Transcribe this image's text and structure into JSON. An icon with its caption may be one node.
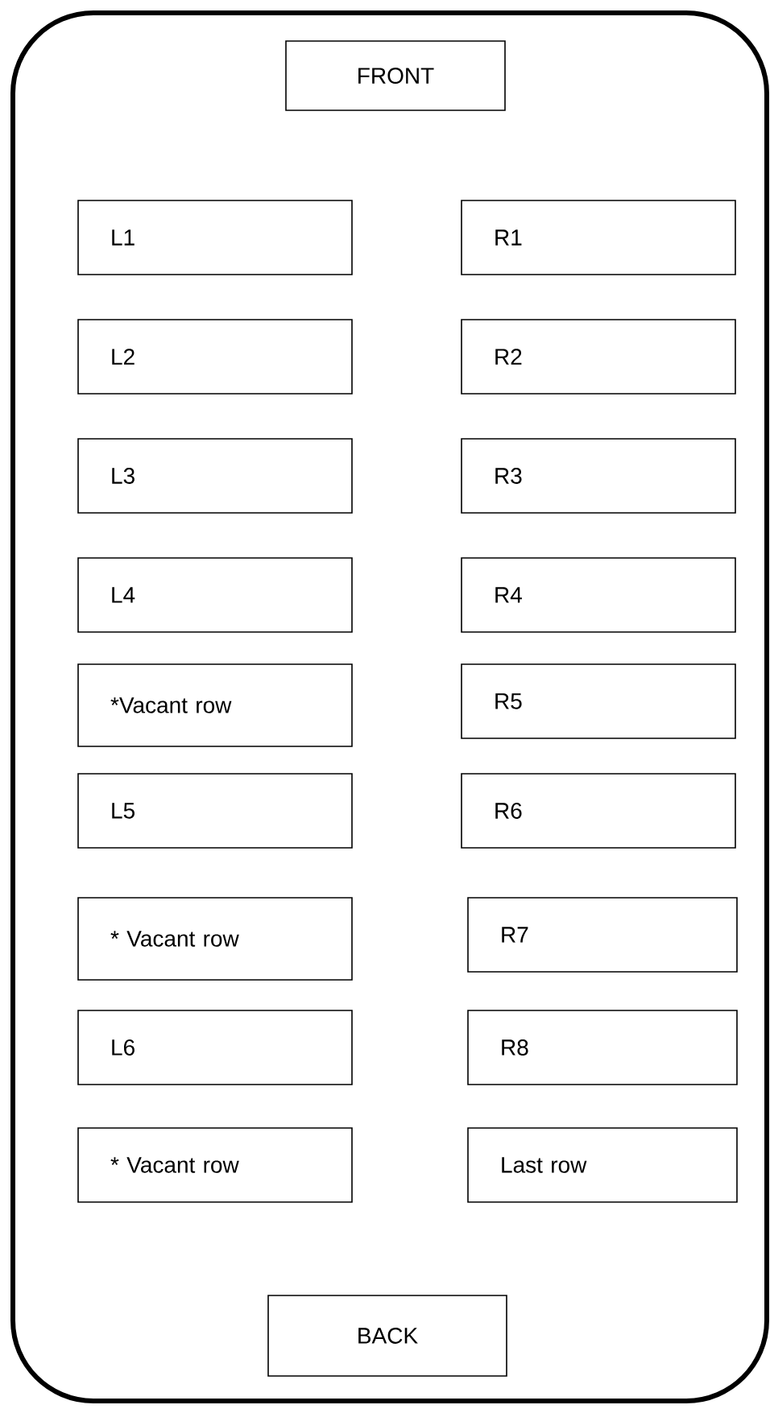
{
  "diagram": {
    "nodes": [
      {
        "text": [],
        "shape": "box"
      },
      {
        "text": [
          "FRONT"
        ],
        "in": 0
      },
      {
        "text": [
          "L1"
        ],
        "in": 0
      },
      {
        "text": [
          "R1"
        ],
        "in": 0
      },
      {
        "text": [
          "L2"
        ],
        "in": 0
      },
      {
        "text": [
          "R2"
        ],
        "in": 0
      },
      {
        "text": [
          "L3"
        ],
        "in": 0
      },
      {
        "text": [
          "R3"
        ],
        "in": 0
      },
      {
        "text": [
          "L4"
        ],
        "in": 0
      },
      {
        "text": [
          "R4"
        ],
        "in": 0
      },
      {
        "text": [
          "*Vacant row"
        ],
        "in": 0
      },
      {
        "text": [
          "R5"
        ],
        "in": 0
      },
      {
        "text": [
          "L5"
        ],
        "in": 0
      },
      {
        "text": [
          "R6"
        ],
        "in": 0
      },
      {
        "text": [
          "* Vacant row"
        ],
        "in": 0
      },
      {
        "text": [
          "R7"
        ],
        "in": 0
      },
      {
        "text": [
          "L6"
        ],
        "in": 0
      },
      {
        "text": [
          "R8"
        ],
        "in": 0
      },
      {
        "text": [
          "* Vacant row"
        ],
        "in": 0
      },
      {
        "text": [
          "Last row"
        ],
        "in": 0
      },
      {
        "text": [
          "BACK"
        ],
        "in": 0
      }
    ]
  }
}
